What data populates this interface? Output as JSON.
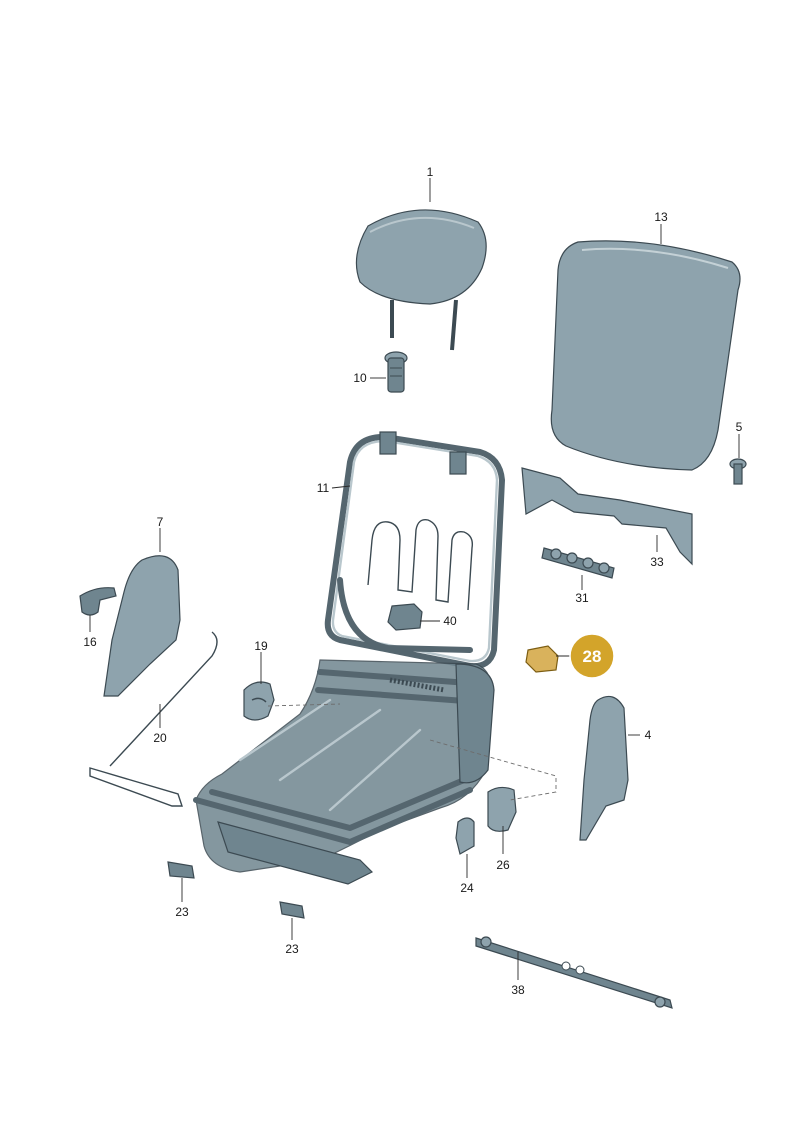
{
  "callouts": [
    {
      "id": "1",
      "label": "1"
    },
    {
      "id": "13",
      "label": "13"
    },
    {
      "id": "10",
      "label": "10"
    },
    {
      "id": "5",
      "label": "5"
    },
    {
      "id": "11",
      "label": "11"
    },
    {
      "id": "7",
      "label": "7"
    },
    {
      "id": "33",
      "label": "33"
    },
    {
      "id": "31",
      "label": "31"
    },
    {
      "id": "16",
      "label": "16"
    },
    {
      "id": "40",
      "label": "40"
    },
    {
      "id": "19",
      "label": "19"
    },
    {
      "id": "20",
      "label": "20"
    },
    {
      "id": "4",
      "label": "4"
    },
    {
      "id": "26",
      "label": "26"
    },
    {
      "id": "24",
      "label": "24"
    },
    {
      "id": "23a",
      "label": "23"
    },
    {
      "id": "23b",
      "label": "23"
    },
    {
      "id": "38",
      "label": "38"
    }
  ],
  "highlight": {
    "label": "28",
    "color": "#d3a42a"
  },
  "colors": {
    "part": "#8ea3ad",
    "part_dark": "#6f858f",
    "outline": "#3c4a52"
  }
}
